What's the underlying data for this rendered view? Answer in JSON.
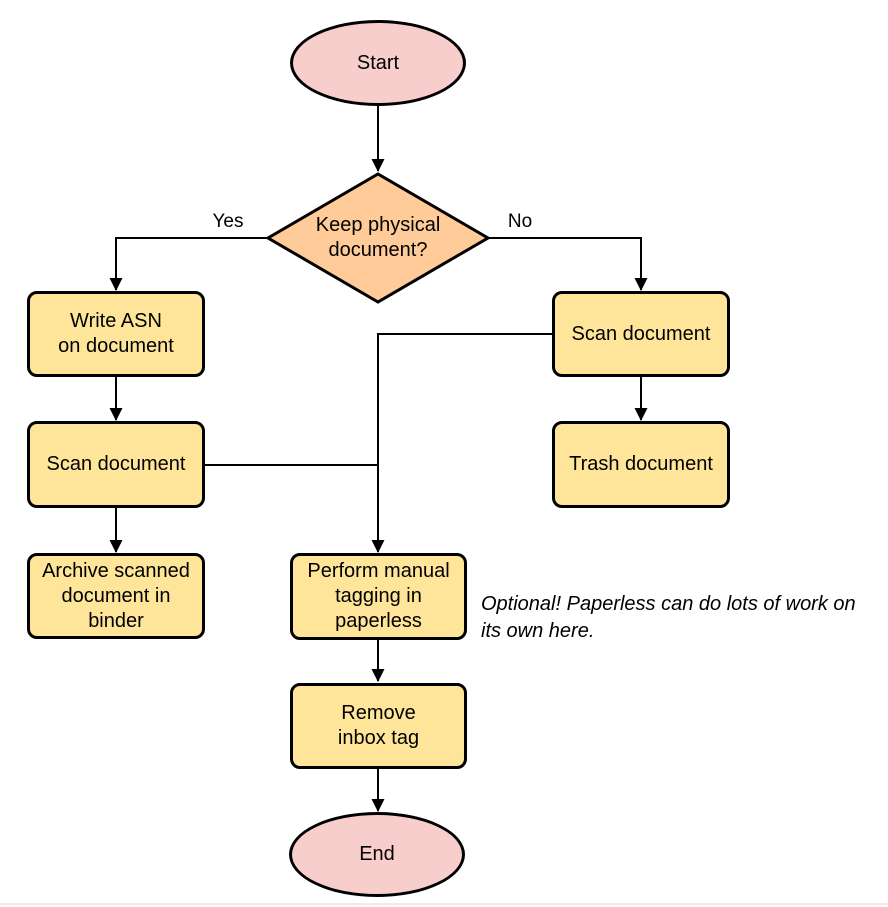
{
  "colors": {
    "background": "#FFFFFF",
    "terminal_fill": "#F8CECC",
    "decision_fill": "#FFCC99",
    "process_fill": "#FFE599",
    "stroke": "#000000",
    "text": "#000000",
    "bottom_rule": "#F5E8E8"
  },
  "nodes": {
    "start": {
      "label": "Start"
    },
    "decision": {
      "label": "Keep physical\ndocument?"
    },
    "write_asn": {
      "label": "Write ASN\non document"
    },
    "scan_left": {
      "label": "Scan document"
    },
    "archive": {
      "label": "Archive scanned\ndocument in\nbinder"
    },
    "scan_right": {
      "label": "Scan document"
    },
    "trash": {
      "label": "Trash document"
    },
    "tagging": {
      "label": "Perform manual\ntagging in\npaperless"
    },
    "remove_inbox": {
      "label": "Remove\ninbox tag"
    },
    "end": {
      "label": "End"
    }
  },
  "edge_labels": {
    "yes": "Yes",
    "no": "No"
  },
  "note": {
    "text": "Optional! Paperless can do lots of work on\nits own here."
  }
}
